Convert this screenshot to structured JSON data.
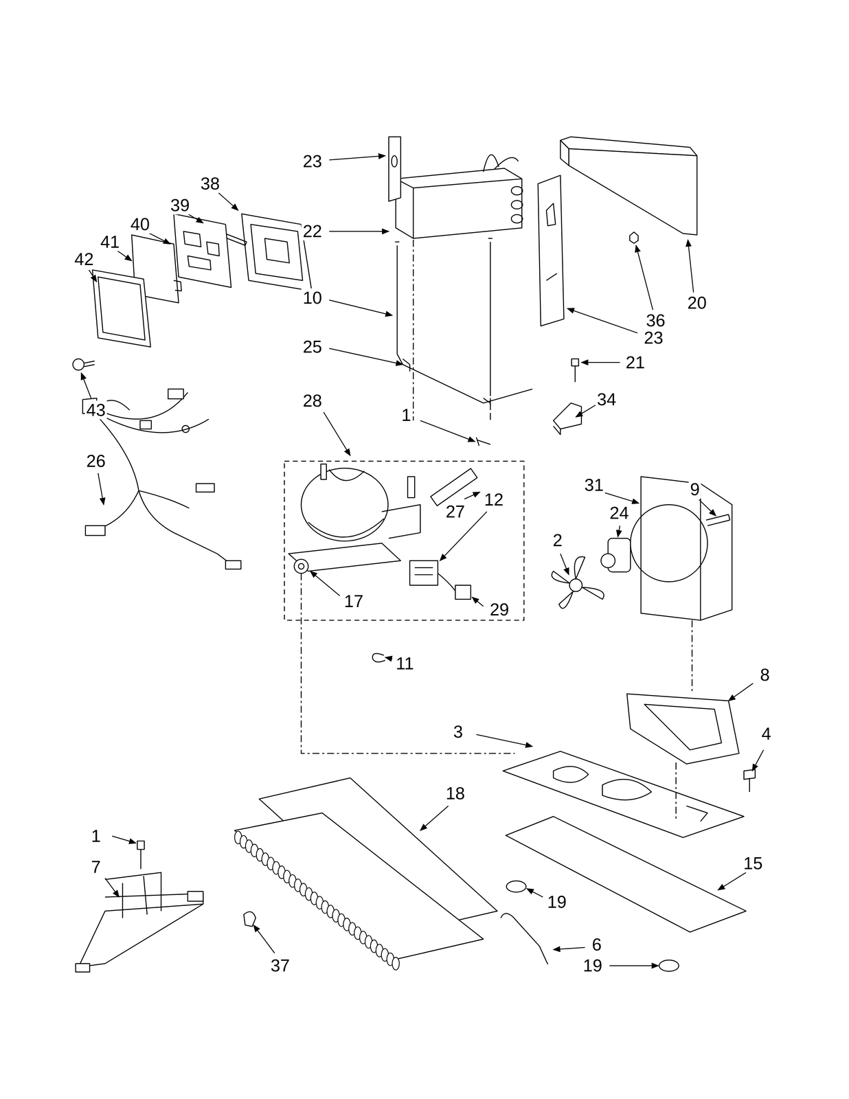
{
  "diagram": {
    "labels": [
      "23",
      "38",
      "39",
      "22",
      "40",
      "41",
      "42",
      "10",
      "20",
      "36",
      "23",
      "25",
      "21",
      "43",
      "34",
      "28",
      "1",
      "26",
      "31",
      "9",
      "27",
      "12",
      "24",
      "2",
      "17",
      "29",
      "11",
      "8",
      "3",
      "4",
      "18",
      "1",
      "7",
      "15",
      "19",
      "6",
      "19",
      "37"
    ]
  }
}
